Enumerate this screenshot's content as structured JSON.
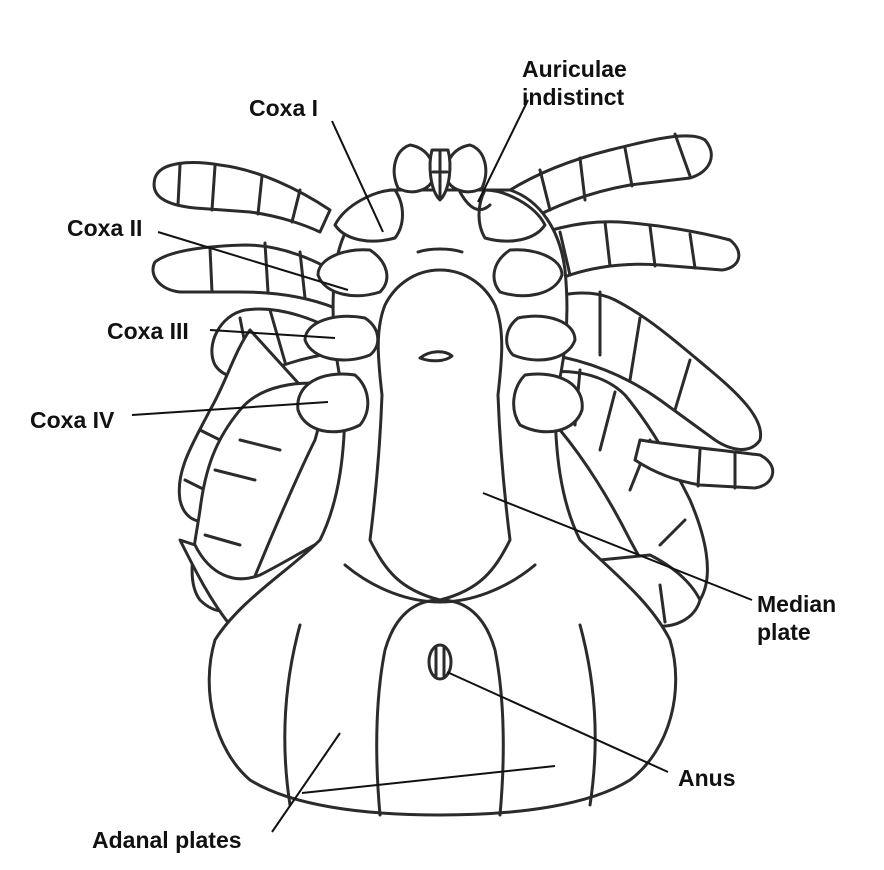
{
  "labels": {
    "coxa_1": "Coxa I",
    "auriculae_line1": "Auriculae",
    "auriculae_line2": "indistinct",
    "coxa_2": "Coxa II",
    "coxa_3": "Coxa III",
    "coxa_4": "Coxa IV",
    "median_line1": "Median",
    "median_line2": "plate",
    "anus": "Anus",
    "adanal": "Adanal plates"
  },
  "colors": {
    "ink": "#2b2b2b",
    "background": "#ffffff"
  }
}
